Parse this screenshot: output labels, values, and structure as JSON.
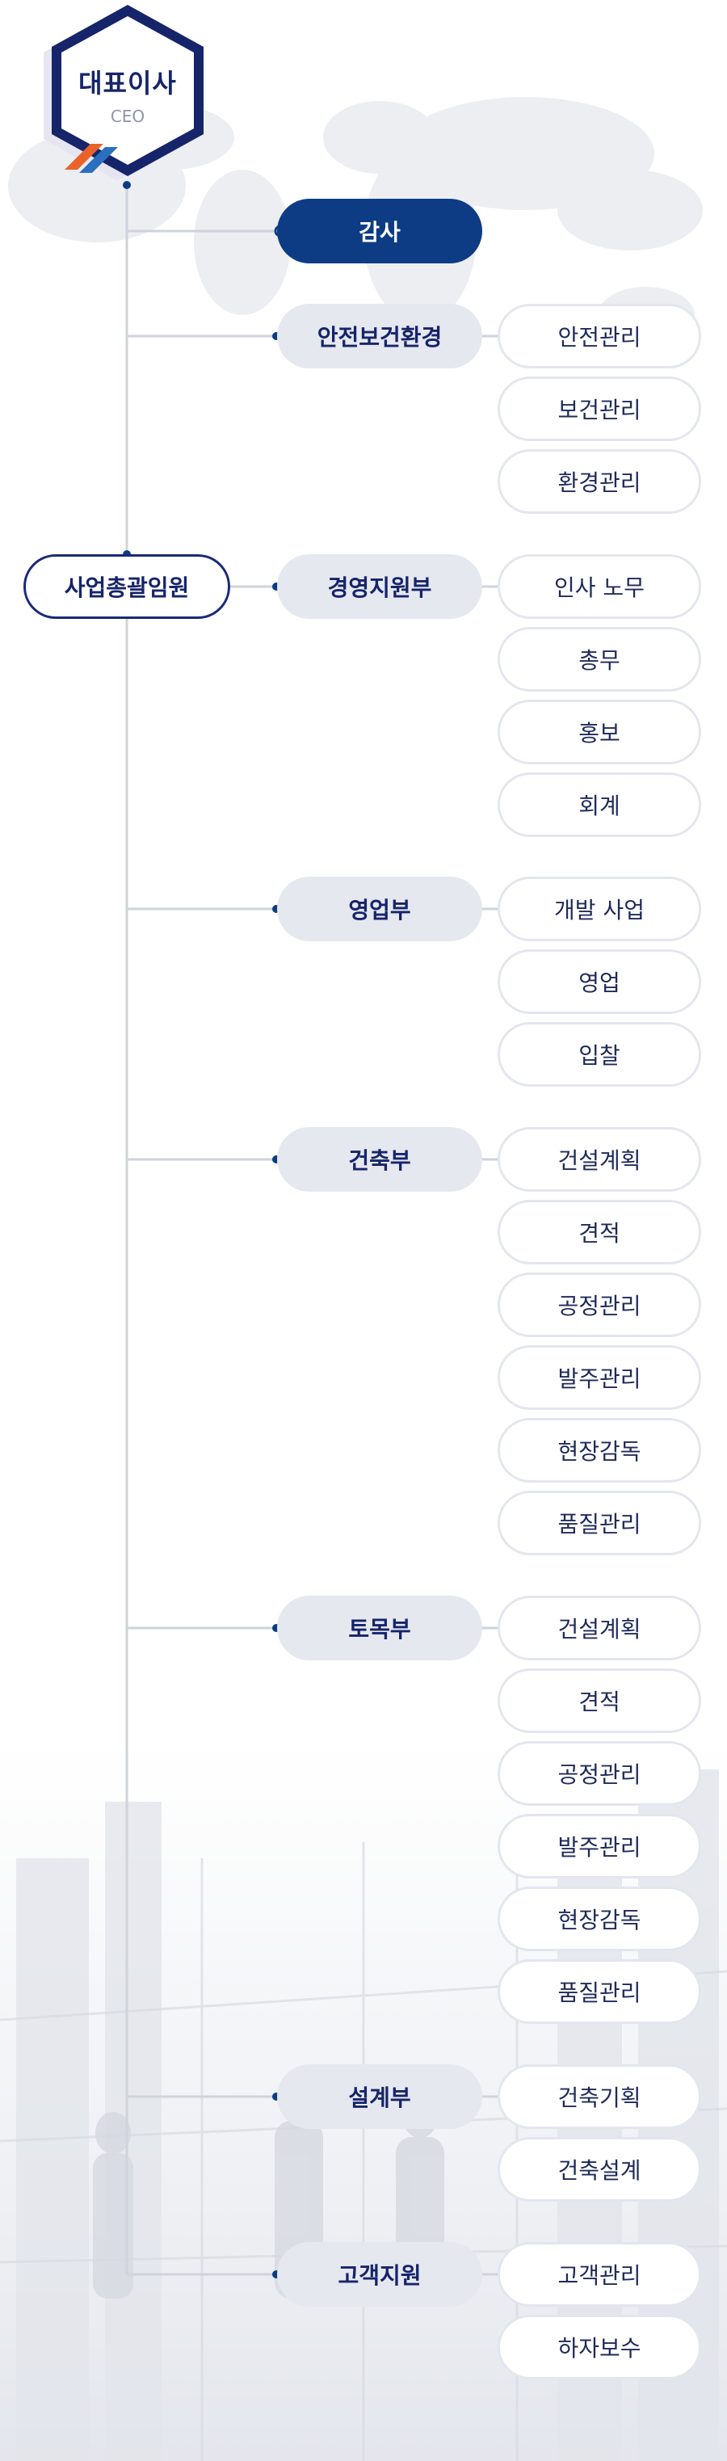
{
  "colors": {
    "navy": "#0d3c84",
    "ink": "#16246a",
    "pill_grey": "#e6e8f0",
    "sub_border": "#e3e6ee",
    "line": "#cfd3dc",
    "accent_orange": "#e8622a",
    "accent_blue": "#2a6fc0"
  },
  "ceo": {
    "title": "대표이사",
    "subtitle": "CEO"
  },
  "executive": {
    "label": "사업총괄임원"
  },
  "audit": {
    "label": "감사"
  },
  "departments": [
    {
      "label": "안전보건환경",
      "subs": [
        "안전관리",
        "보건관리",
        "환경관리"
      ]
    },
    {
      "label": "경영지원부",
      "subs": [
        "인사 노무",
        "총무",
        "홍보",
        "회계"
      ]
    },
    {
      "label": "영업부",
      "subs": [
        "개발 사업",
        "영업",
        "입찰"
      ]
    },
    {
      "label": "건축부",
      "subs": [
        "건설계획",
        "견적",
        "공정관리",
        "발주관리",
        "현장감독",
        "품질관리"
      ]
    },
    {
      "label": "토목부",
      "subs": [
        "건설계획",
        "견적",
        "공정관리",
        "발주관리",
        "현장감독",
        "품질관리"
      ]
    },
    {
      "label": "설계부",
      "subs": [
        "건축기획",
        "건축설계"
      ]
    },
    {
      "label": "고객지원",
      "subs": [
        "고객관리",
        "하자보수"
      ]
    }
  ]
}
